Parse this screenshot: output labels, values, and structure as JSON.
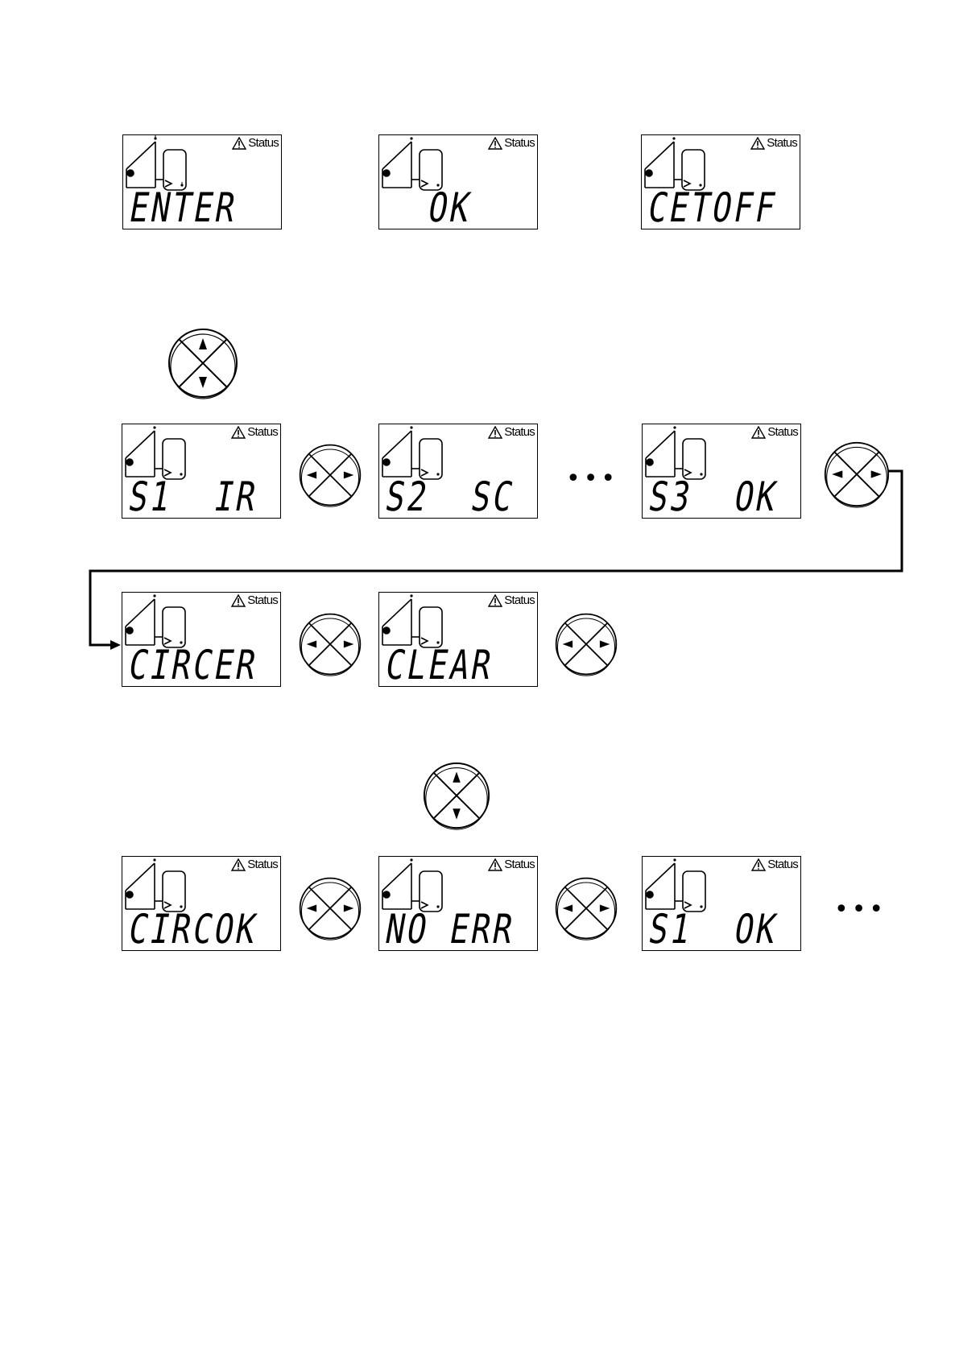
{
  "status_label": "Status",
  "row1": [
    {
      "text": "ENTER"
    },
    {
      "text": "  OK"
    },
    {
      "text": "CETOFF"
    }
  ],
  "row2": [
    {
      "text": "S1  IR"
    },
    {
      "text": "S2  SC"
    },
    {
      "text": "S3  OK"
    }
  ],
  "row3": [
    {
      "text": "CIRCER"
    },
    {
      "text": "CLEAR"
    }
  ],
  "row4": [
    {
      "text": "CIRCOK"
    },
    {
      "text": "NO ERR"
    },
    {
      "text": "S1  OK"
    }
  ],
  "ellipsis": "•••",
  "icons": {
    "display_symbols": "solar-collector-tank-icon",
    "warning": "warning-triangle-icon",
    "pad_up_down": "up-down-arrow-pad-icon",
    "pad_left_right": "left-right-arrow-pad-icon"
  }
}
